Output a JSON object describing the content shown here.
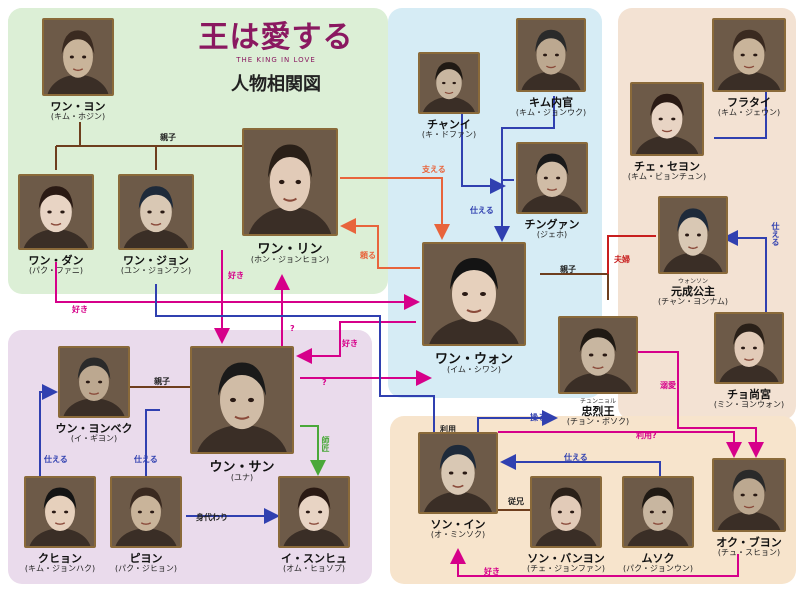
{
  "title": {
    "logo": "王は愛する",
    "logo_sub": "THE KING IN LOVE",
    "heading": "人物相関図"
  },
  "colors": {
    "green_group": "#dcefd6",
    "blue_group": "#d6ecf5",
    "tan_group": "#f3e2d3",
    "purple_group": "#eadbec",
    "orange_group": "#f7e4cc",
    "brown_line": "#6e3e1e",
    "blue_line": "#3040b0",
    "pink_line": "#d6008a",
    "orange_line": "#e8643c",
    "green_line": "#4aa83a",
    "red_line": "#c81e1e",
    "photo_border": "#8a6a3a"
  },
  "characters": {
    "wang_yeon": {
      "name": "ワン・ヨン",
      "actor": "(キム・ホジン)"
    },
    "wang_dan": {
      "name": "ワン・ダン",
      "actor": "(パク・ファニ)"
    },
    "wang_jeon": {
      "name": "ワン・ジョン",
      "actor": "(ユン・ジョンフン)"
    },
    "wang_rin": {
      "name": "ワン・リン",
      "actor": "(ホン・ジョンヒョン)"
    },
    "chang_i": {
      "name": "チャンイ",
      "actor": "(キ・ドファン)"
    },
    "kim_naegwan": {
      "name": "キム内官",
      "actor": "(キム・ジョンウク)"
    },
    "jin_gwan": {
      "name": "チングァン",
      "actor": "(ジェホ)"
    },
    "wang_won": {
      "name": "ワン・ウォン",
      "actor": "(イム・シワン)"
    },
    "furatai": {
      "name": "フラタイ",
      "actor": "(キム・ジェウン)"
    },
    "choi_sejeon": {
      "name": "チェ・セヨン",
      "actor": "(キム・ビョンチュン)"
    },
    "wonseong": {
      "name": "元成公主",
      "ruby": "ウォンソン",
      "actor": "(チャン・ヨンナム)"
    },
    "jo_sanggung": {
      "name": "チョ尚宮",
      "actor": "(ミン・ヨンウォン)"
    },
    "chungryeol": {
      "name": "忠烈王",
      "ruby": "チュンニョル",
      "actor": "(チョン・ボソク)"
    },
    "eun_yeongbaek": {
      "name": "ウン・ヨンベク",
      "actor": "(イ・ギヨン)"
    },
    "eun_san": {
      "name": "ウン・サン",
      "actor": "(ユナ)"
    },
    "gu_hyeon": {
      "name": "クヒョン",
      "actor": "(キム・ジョンハク)"
    },
    "pi_yeon": {
      "name": "ピヨン",
      "actor": "(パク・ジヒョン)"
    },
    "lee_seunghyu": {
      "name": "イ・スンヒュ",
      "actor": "(オム・ヒョソプ)"
    },
    "song_in": {
      "name": "ソン・イン",
      "actor": "(オ・ミンソク)"
    },
    "song_bangyeong": {
      "name": "ソン・バンヨン",
      "actor": "(チェ・ジョンファン)"
    },
    "mu_seok": {
      "name": "ムソク",
      "actor": "(パク・ジョンウン)"
    },
    "ok_buyong": {
      "name": "オク・ブヨン",
      "actor": "(チュ・スヒョン)"
    }
  },
  "labels": {
    "oyako1": "親子",
    "oyako2": "親子",
    "oyako3": "親子",
    "sasaeru1": "支える",
    "sasaeru2": "仕える",
    "sasaeru3": "仕える",
    "sasaeru4": "仕える",
    "sasaeru5": "仕える",
    "sasaeru6": "仕える",
    "tayoru": "頼る",
    "suki1": "好き",
    "suki2": "好き",
    "suki3": "好き",
    "suki4": "好き",
    "q1": "?",
    "q2": "?",
    "shisho": "師匠",
    "migawari": "身代わり",
    "fusai": "夫婦",
    "dekiai": "溺愛",
    "ayatsuru": "操る",
    "riyou1": "利用",
    "riyou2": "利用?",
    "juuzoku": "従兄"
  }
}
